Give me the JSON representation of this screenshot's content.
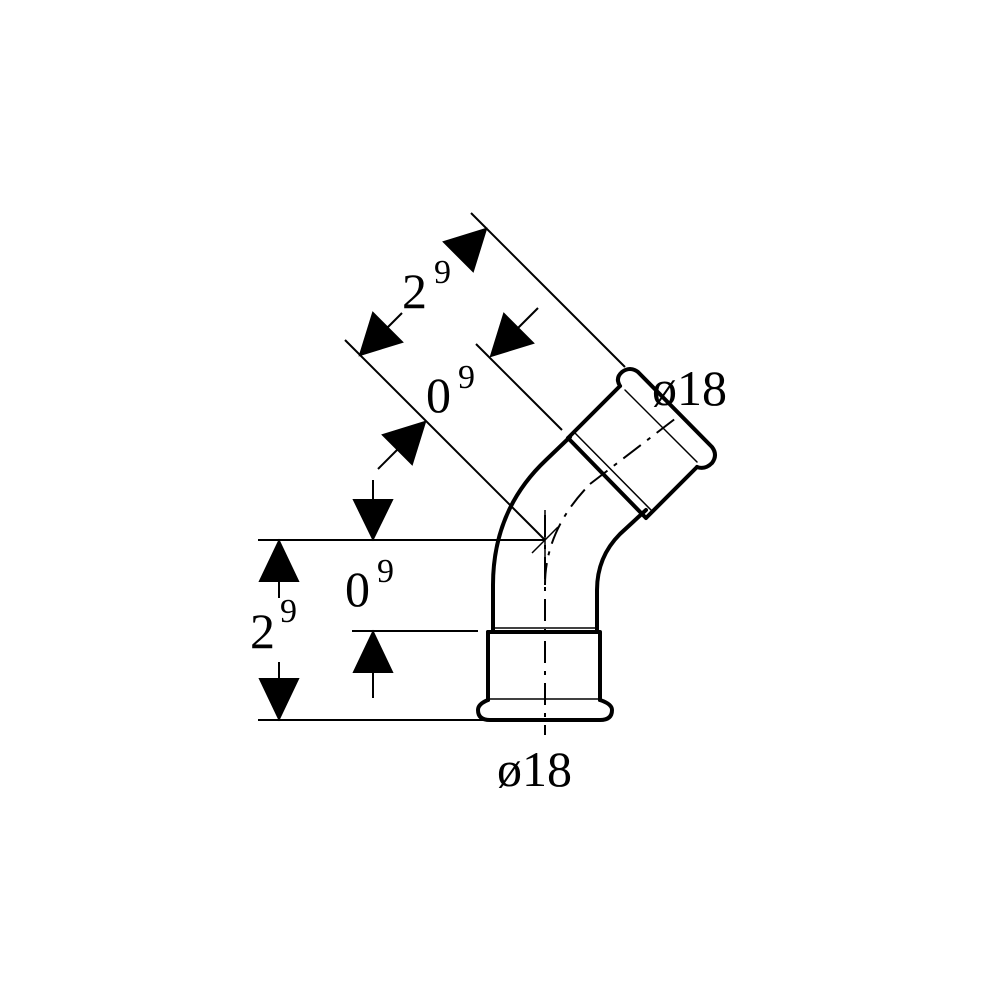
{
  "drawing": {
    "line_color": "#000000",
    "background": "#ffffff",
    "vertical_leg": {
      "overall_value": "2",
      "overall_suffix": "9",
      "offset_value": "0",
      "offset_suffix": "9",
      "diameter": "ø18"
    },
    "angled_leg": {
      "overall_value": "2",
      "overall_suffix": "9",
      "offset_value": "0",
      "offset_suffix": "9",
      "diameter": "ø18"
    }
  }
}
